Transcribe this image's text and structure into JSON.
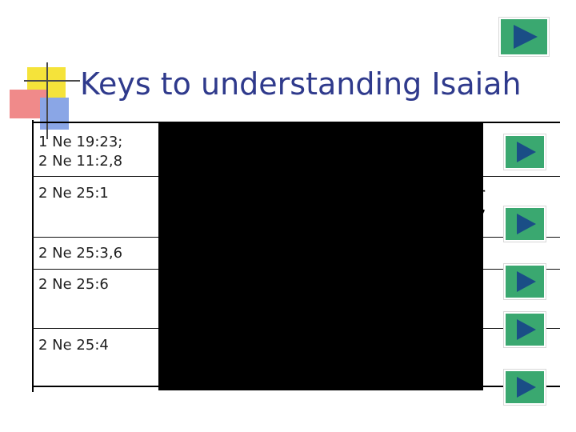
{
  "slide": {
    "title": "Keys to understanding Isaiah",
    "top_nav_icon": "play-triangle-icon",
    "rows": [
      {
        "ref": "1 Ne 19:23;\n2 Ne 11:2,8",
        "nav_icon": "play-triangle-icon"
      },
      {
        "ref": "2 Ne 25:1",
        "nav_icon": "play-triangle-icon"
      },
      {
        "ref": "2 Ne 25:3,6",
        "nav_icon": "play-triangle-icon"
      },
      {
        "ref": "2 Ne 25:6",
        "nav_icon": "play-triangle-icon"
      },
      {
        "ref": "2 Ne 25:4",
        "nav_icon": "play-triangle-icon"
      }
    ],
    "visible_fragments": {
      "row2_end": "r",
      "row2_quote": "”"
    }
  },
  "colors": {
    "title": "#2f3a8c",
    "button_fill": "#3aa870",
    "deco_yellow": "#f5e33a",
    "deco_red": "#f08a8a",
    "deco_blue": "#8aa6e6"
  }
}
